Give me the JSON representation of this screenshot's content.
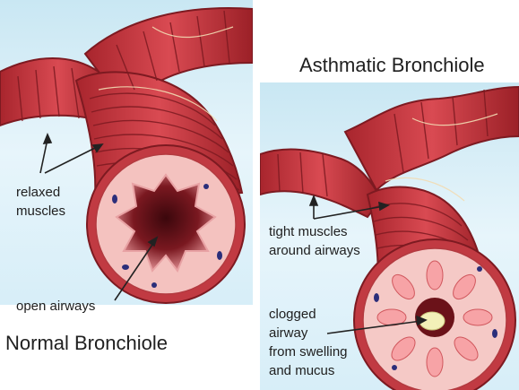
{
  "titles": {
    "normal": "Normal Bronchiole",
    "asthmatic": "Asthmatic Bronchiole"
  },
  "labels": {
    "relaxed_line1": "relaxed",
    "relaxed_line2": "muscles",
    "open_airways": "open airways",
    "tight_line1": "tight muscles",
    "tight_line2": "around airways",
    "clogged_line1": "clogged",
    "clogged_line2": "airway",
    "clogged_line3": "from swelling",
    "clogged_line4": "and mucus"
  },
  "colors": {
    "background": "#d7eef8",
    "muscle": "#c8333b",
    "muscle_dark": "#8d1d24",
    "tissue": "#f3b7b5",
    "lumen": "#5a0f16",
    "mucus": "#f3f0b8"
  }
}
